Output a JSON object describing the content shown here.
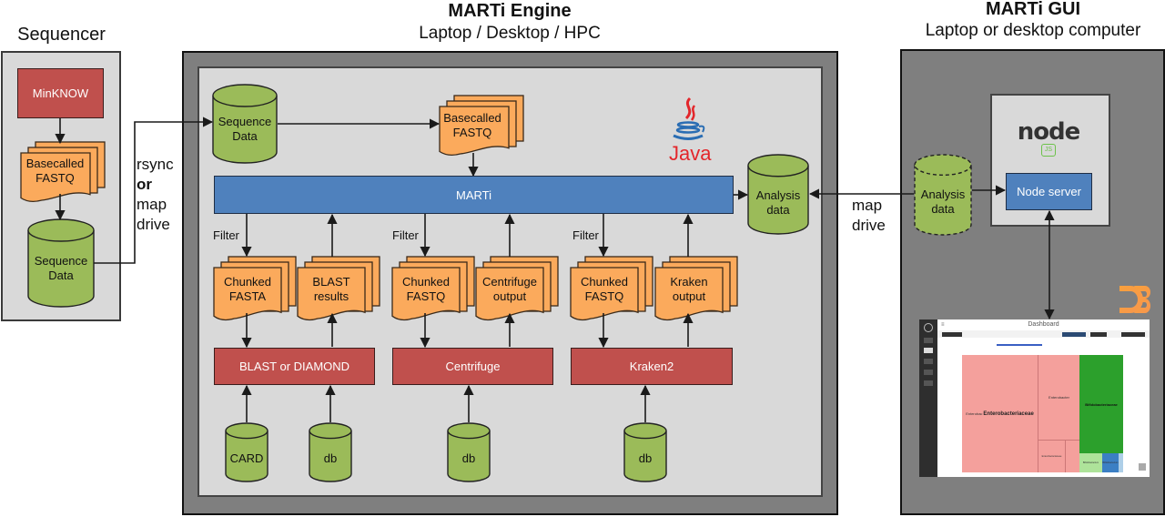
{
  "sections": {
    "sequencer": {
      "title": "Sequencer"
    },
    "engine": {
      "title": "MARTi Engine",
      "subtitle": "Laptop / Desktop / HPC"
    },
    "gui": {
      "title": "MARTi GUI",
      "subtitle": "Laptop or desktop computer"
    }
  },
  "sequencer": {
    "minknow": "MinKNOW",
    "basecalled": [
      "Basecalled",
      "FASTQ"
    ],
    "sequence_data": [
      "Sequence",
      "Data"
    ]
  },
  "transfer": {
    "line1": "rsync",
    "line2": "or",
    "line3": "map",
    "line4": "drive"
  },
  "engine": {
    "sequence_data": [
      "Sequence",
      "Data"
    ],
    "basecalled": [
      "Basecalled",
      "FASTQ"
    ],
    "java_logo": "Java",
    "marti_bar": "MARTi",
    "analysis_data": [
      "Analysis",
      "data"
    ],
    "filter_label": "Filter",
    "pipelines": [
      {
        "input_doc": [
          "Chunked",
          "FASTA"
        ],
        "output_doc": [
          "BLAST",
          "results"
        ],
        "tool": "BLAST or DIAMOND",
        "dbs": [
          "CARD",
          "db"
        ]
      },
      {
        "input_doc": [
          "Chunked",
          "FASTQ"
        ],
        "output_doc": [
          "Centrifuge",
          "output"
        ],
        "tool": "Centrifuge",
        "dbs": [
          "db"
        ]
      },
      {
        "input_doc": [
          "Chunked",
          "FASTQ"
        ],
        "output_doc": [
          "Kraken",
          "output"
        ],
        "tool": "Kraken2",
        "dbs": [
          "db"
        ]
      }
    ]
  },
  "map_drive": {
    "line1": "map",
    "line2": "drive"
  },
  "gui": {
    "analysis_data": [
      "Analysis",
      "data"
    ],
    "node_logo": "node",
    "node_js_badge": "JS",
    "node_server": "Node server",
    "d3_logo": "D3",
    "dashboard": {
      "title": "Dashboard",
      "treemap": [
        {
          "label": "Enterobacteriaceae",
          "sublabel": "Enterobac",
          "color": "#f4a09c"
        },
        {
          "label": "Enterobacter",
          "color": "#f4a09c"
        },
        {
          "label": "Enterobacteriaceae",
          "color": "#f4a09c"
        },
        {
          "label": "Bifidobacteriaceae",
          "color": "#2ca02c"
        },
        {
          "label": "Bifidobacterium",
          "color": "#aee39a"
        },
        {
          "label": "Bifidobacterium",
          "color": "#3b7fc4"
        }
      ]
    }
  },
  "colors": {
    "red_box": "#c0504d",
    "blue_box": "#4f81bd",
    "orange_doc": "#fbaa5c",
    "green_db": "#9bbb59",
    "panel_light": "#d9d9d9",
    "panel_dark": "#7f7f7f"
  }
}
